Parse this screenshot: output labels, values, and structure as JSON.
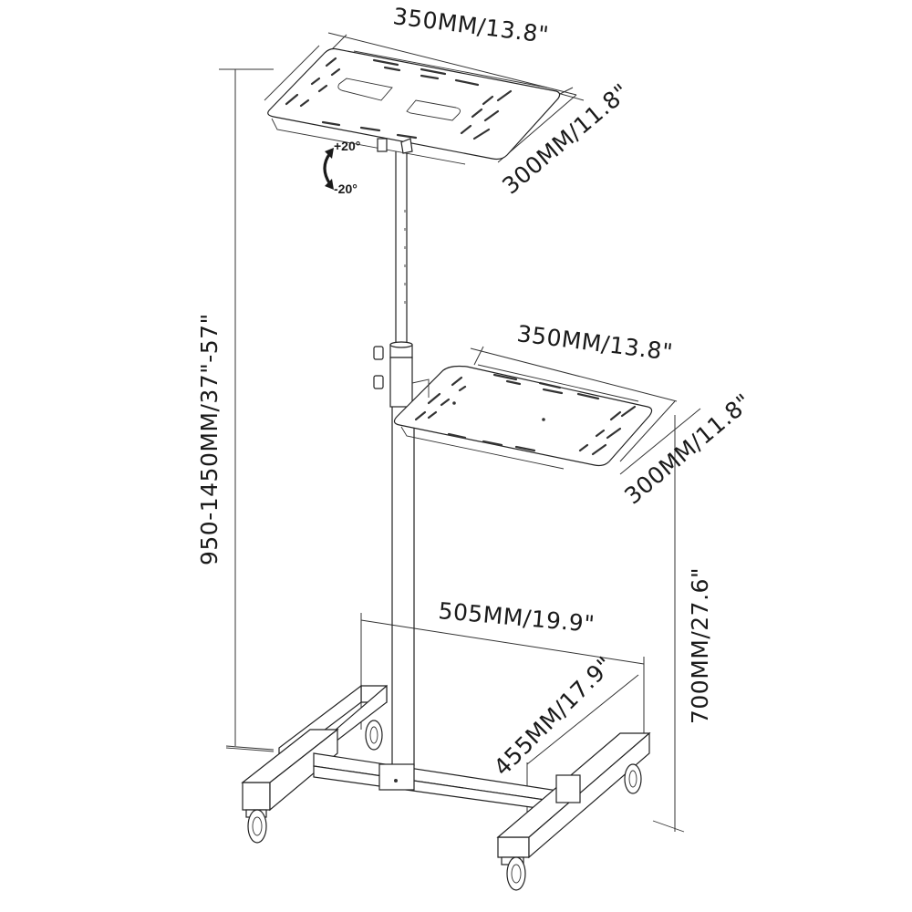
{
  "diagram": {
    "subject": "Mobile projector / laptop stand cart",
    "top_tray": {
      "width_label": "350MM/13.8\"",
      "depth_label": "300MM/11.8\"",
      "tilt": {
        "up_label": "+20°",
        "down_label": "-20°"
      }
    },
    "side_tray": {
      "width_label": "350MM/13.8\"",
      "depth_label": "300MM/11.8\""
    },
    "overall_height_label": "950-1450MM/37\"-57\"",
    "side_tray_height_label": "700MM/27.6\"",
    "base": {
      "width_label": "505MM/19.9\"",
      "depth_label": "455MM/17.9\""
    },
    "colors": {
      "line": "#222222",
      "background": "#ffffff"
    }
  }
}
